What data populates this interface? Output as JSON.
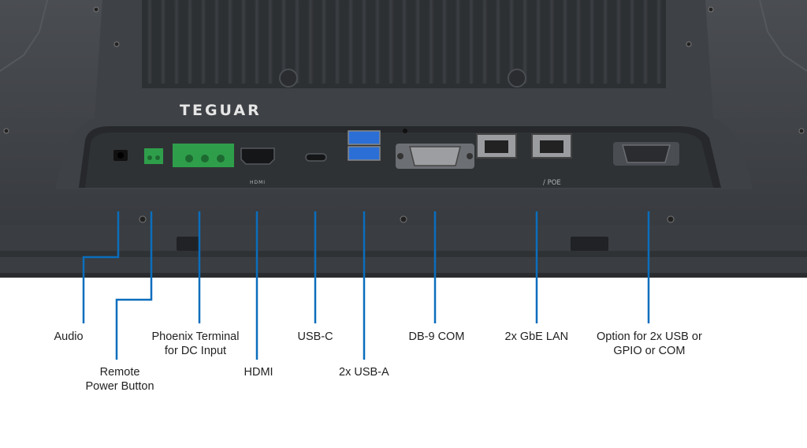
{
  "image": {
    "brand": "TEGUAR",
    "port_icon_labels": {
      "hdmi": "HDMI",
      "poe": "/ POE"
    },
    "colors": {
      "callout_line": "#0a6ebd",
      "device_body": "#3b3e42",
      "device_dark": "#2a2c2f",
      "heatsink": "#2f3236",
      "port_green": "#2f9e4b",
      "usb_blue": "#2b6fd6",
      "background": "#ffffff"
    }
  },
  "callouts": [
    {
      "id": "audio",
      "lines": [
        "Audio"
      ]
    },
    {
      "id": "remote-power",
      "lines": [
        "Remote",
        "Power Button"
      ]
    },
    {
      "id": "phoenix",
      "lines": [
        "Phoenix Terminal",
        "for DC Input"
      ]
    },
    {
      "id": "hdmi",
      "lines": [
        "HDMI"
      ]
    },
    {
      "id": "usb-c",
      "lines": [
        "USB-C"
      ]
    },
    {
      "id": "usb-a",
      "lines": [
        "2x USB-A"
      ]
    },
    {
      "id": "db9",
      "lines": [
        "DB-9 COM"
      ]
    },
    {
      "id": "lan",
      "lines": [
        "2x GbE LAN"
      ]
    },
    {
      "id": "option",
      "lines": [
        "Option for 2x USB or",
        "GPIO or COM"
      ]
    }
  ]
}
